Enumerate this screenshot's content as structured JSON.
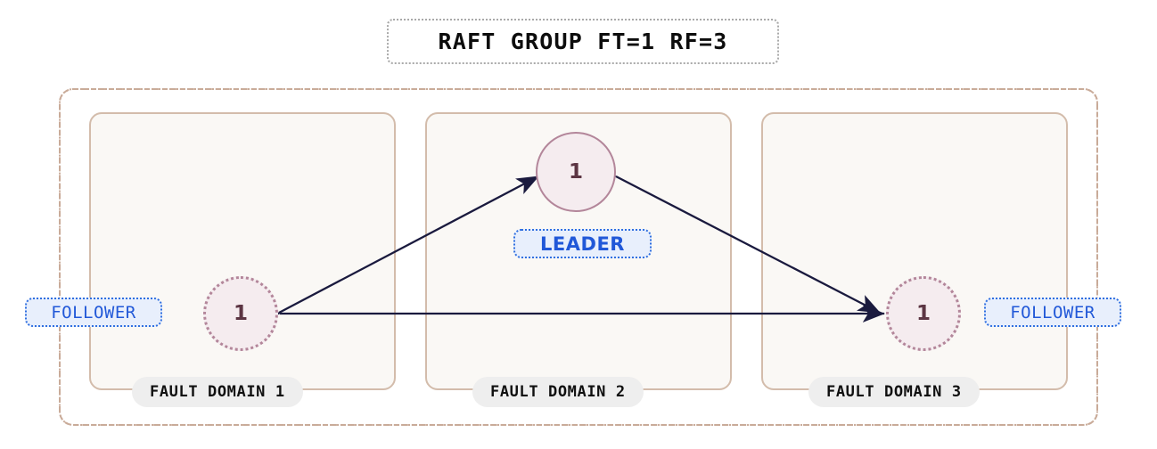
{
  "title": {
    "text": "RAFT GROUP FT=1 RF=3"
  },
  "colors": {
    "background": "#ffffff",
    "outer_frame_border": "#c9ab99",
    "domain_border": "#d3bcab",
    "domain_fill": "#faf8f5",
    "domain_label_fill": "#eeeeee",
    "domain_label_text": "#101010",
    "node_fill": "#f5ecef",
    "node_border": "#b3869a",
    "node_text": "#5c3543",
    "badge_fill": "#e8effc",
    "badge_border": "#2f6fe0",
    "badge_text": "#2158d8",
    "edge": "#1a1a3e",
    "title_border": "#a9a9a9"
  },
  "domains": [
    {
      "label": "FAULT DOMAIN 1"
    },
    {
      "label": "FAULT DOMAIN 2"
    },
    {
      "label": "FAULT DOMAIN 3"
    }
  ],
  "nodes": [
    {
      "id": "leader",
      "value": "1",
      "role": "LEADER",
      "domain": 1,
      "style": "solid"
    },
    {
      "id": "follower-left",
      "value": "1",
      "role": "FOLLOWER",
      "domain": 0,
      "style": "dotted"
    },
    {
      "id": "follower-right",
      "value": "1",
      "role": "FOLLOWER",
      "domain": 2,
      "style": "dotted"
    }
  ],
  "badges": {
    "leader": "LEADER",
    "follower_left": "FOLLOWER",
    "follower_right": "FOLLOWER"
  },
  "edges": [
    {
      "from": "follower-left",
      "to": "leader",
      "direction": "bidirectional"
    },
    {
      "from": "leader",
      "to": "follower-right",
      "direction": "bidirectional"
    },
    {
      "from": "follower-left",
      "to": "follower-right",
      "direction": "bidirectional"
    }
  ]
}
